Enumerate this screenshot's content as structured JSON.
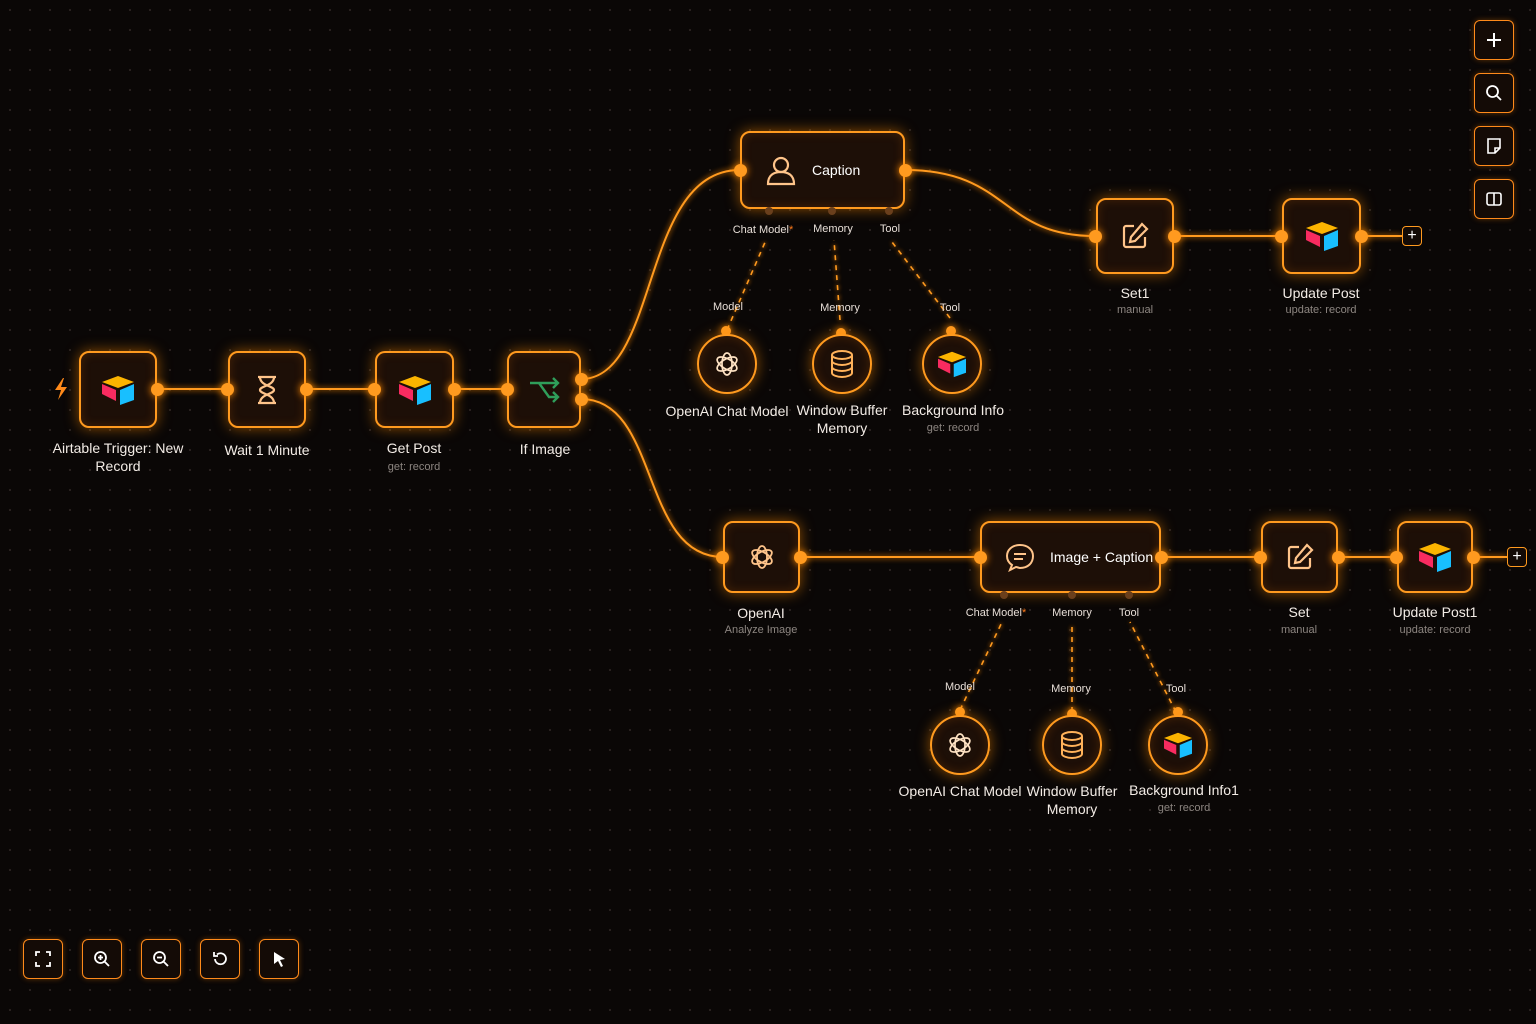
{
  "nodes": {
    "airtable_trigger": {
      "label": "Airtable Trigger: New Record",
      "icon": "airtable-icon"
    },
    "wait": {
      "label": "Wait 1 Minute",
      "icon": "hourglass-icon"
    },
    "get_post": {
      "label": "Get Post",
      "sublabel": "get: record",
      "icon": "airtable-icon"
    },
    "if_image": {
      "label": "If Image",
      "icon": "branch-icon"
    },
    "caption": {
      "title": "Caption",
      "icon": "agent-icon",
      "handles": {
        "chat_model": "Chat Model",
        "required_mark": "*",
        "memory": "Memory",
        "tool": "Tool"
      }
    },
    "openai_chat_1": {
      "label": "OpenAI Chat Model",
      "port": "Model",
      "icon": "openai-icon"
    },
    "window_memory_1": {
      "label": "Window Buffer Memory",
      "port": "Memory",
      "icon": "database-icon"
    },
    "background_info": {
      "label": "Background Info",
      "sublabel": "get: record",
      "port": "Tool",
      "icon": "airtable-icon"
    },
    "set1": {
      "label": "Set1",
      "sublabel": "manual",
      "icon": "edit-icon"
    },
    "update_post": {
      "label": "Update Post",
      "sublabel": "update: record",
      "icon": "airtable-icon"
    },
    "openai": {
      "label": "OpenAI",
      "sublabel": "Analyze Image",
      "icon": "openai-icon"
    },
    "image_caption": {
      "title": "Image + Caption",
      "icon": "chat-agent-icon",
      "handles": {
        "chat_model": "Chat Model",
        "required_mark": "*",
        "memory": "Memory",
        "tool": "Tool"
      }
    },
    "openai_chat_2": {
      "label": "OpenAI Chat Model",
      "port": "Model",
      "icon": "openai-icon"
    },
    "window_memory_2": {
      "label": "Window Buffer Memory",
      "port": "Memory",
      "icon": "database-icon"
    },
    "background_info1": {
      "label": "Background Info1",
      "sublabel": "get: record",
      "port": "Tool",
      "icon": "airtable-icon"
    },
    "set": {
      "label": "Set",
      "sublabel": "manual",
      "icon": "edit-icon"
    },
    "update_post1": {
      "label": "Update Post1",
      "sublabel": "update: record",
      "icon": "airtable-icon"
    }
  },
  "add_button": "+",
  "right_toolbar": [
    "add-node-button",
    "search-button",
    "sticky-note-button",
    "panel-toggle-button"
  ],
  "bottom_toolbar": [
    "fit-view-button",
    "zoom-in-button",
    "zoom-out-button",
    "reset-button",
    "select-mode-button"
  ],
  "colors": {
    "accent": "#ff9a1f",
    "node_bg": "#1d0f07",
    "canvas": "#0a0706",
    "branch_green": "#2f9e5a"
  }
}
